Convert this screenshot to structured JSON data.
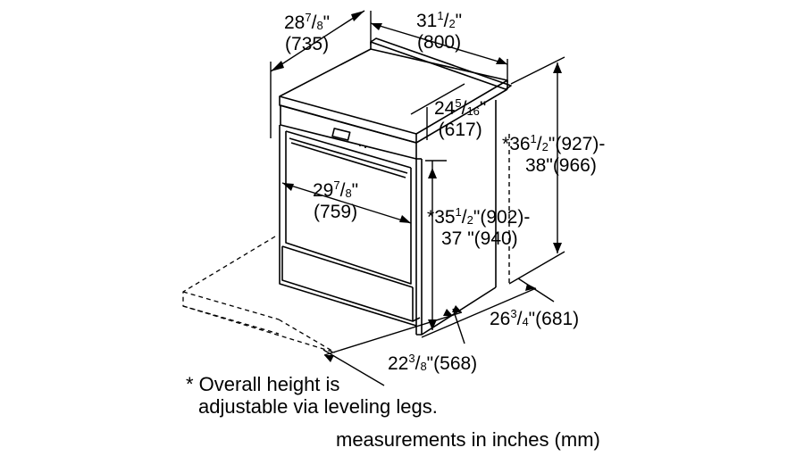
{
  "dimensions": {
    "depth_top": {
      "whole": "28",
      "frac_num": "7",
      "frac_den": "8",
      "unit": "\"",
      "mm": "(735)"
    },
    "width_top": {
      "whole": "31",
      "frac_num": "1",
      "frac_den": "2",
      "unit": "\"",
      "mm": "(800)"
    },
    "depth_body": {
      "whole": "24",
      "frac_num": "5",
      "frac_den": "16",
      "unit": "\"",
      "mm": "(617)"
    },
    "oven_width": {
      "whole": "29",
      "frac_num": "7",
      "frac_den": "8",
      "unit": "\"",
      "mm": "(759)"
    },
    "overall_h": {
      "prefix": "*",
      "whole": "36",
      "frac_num": "1",
      "frac_den": "2",
      "unit": "\"",
      "mm": "(927)-",
      "line2": "38\"(966)"
    },
    "body_h": {
      "prefix": "*",
      "whole": "35",
      "frac_num": "1",
      "frac_den": "2",
      "unit": "\"",
      "mm": "(902)-",
      "line2": "37 \"(940)"
    },
    "floor_depth": {
      "whole": "26",
      "frac_num": "3",
      "frac_den": "4",
      "unit": "\"",
      "mm": "(681)"
    },
    "floor_width": {
      "whole": "22",
      "frac_num": "3",
      "frac_den": "8",
      "unit": "\"",
      "mm": "(568)"
    }
  },
  "footnote": {
    "line1": "* Overall height is",
    "line2": "adjustable via leveling legs."
  },
  "units_note": "measurements in inches (mm)"
}
